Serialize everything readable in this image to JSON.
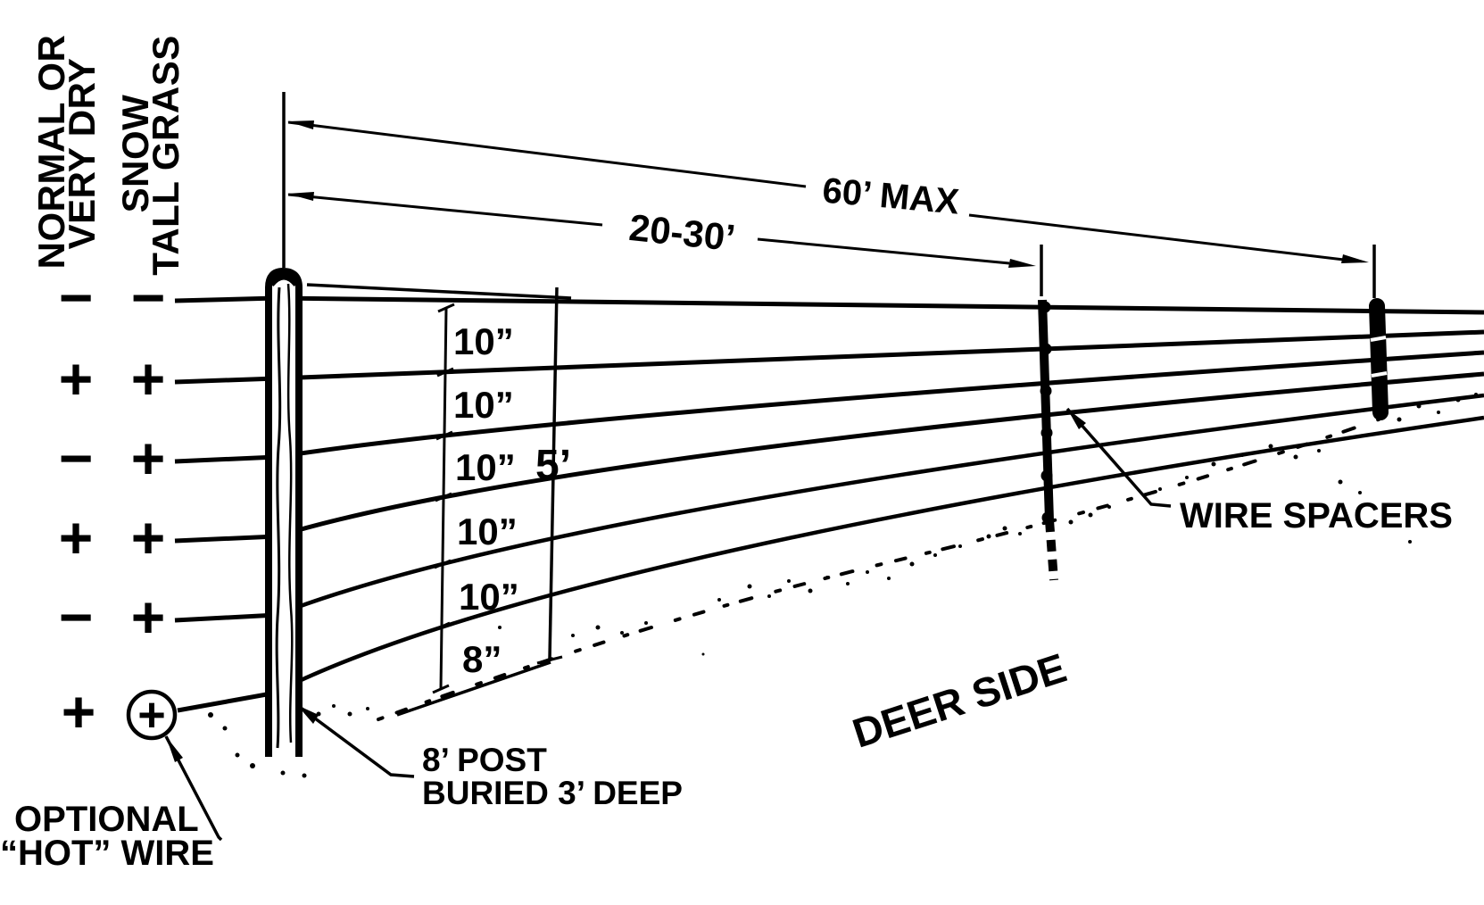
{
  "columns": {
    "normal": {
      "line1": "NORMAL OR",
      "line2": "VERY DRY"
    },
    "snow": {
      "line1": "SNOW",
      "line2": "TALL GRASS"
    }
  },
  "polarity_rows": [
    {
      "normal": "−",
      "snow": "−"
    },
    {
      "normal": "+",
      "snow": "+"
    },
    {
      "normal": "−",
      "snow": "+"
    },
    {
      "normal": "+",
      "snow": "+"
    },
    {
      "normal": "−",
      "snow": "+"
    },
    {
      "normal": "+",
      "snow": "+",
      "snow_style": "circled-plus"
    }
  ],
  "dimensions": {
    "post_spacing_max": "60’ MAX",
    "spacer_spacing": "20-30’",
    "wire_gaps": [
      "10”",
      "10”",
      "10”",
      "10”",
      "10”"
    ],
    "bottom_gap": "8”",
    "fence_height": "5’"
  },
  "labels": {
    "wire_spacers": "WIRE SPACERS",
    "deer_side": "DEER SIDE",
    "post_line1": "8’ POST",
    "post_line2": "BURIED 3’ DEEP",
    "hot_wire_line1": "OPTIONAL",
    "hot_wire_line2": "“HOT” WIRE"
  },
  "colors": {
    "ink": "#000000",
    "paper": "#ffffff"
  }
}
